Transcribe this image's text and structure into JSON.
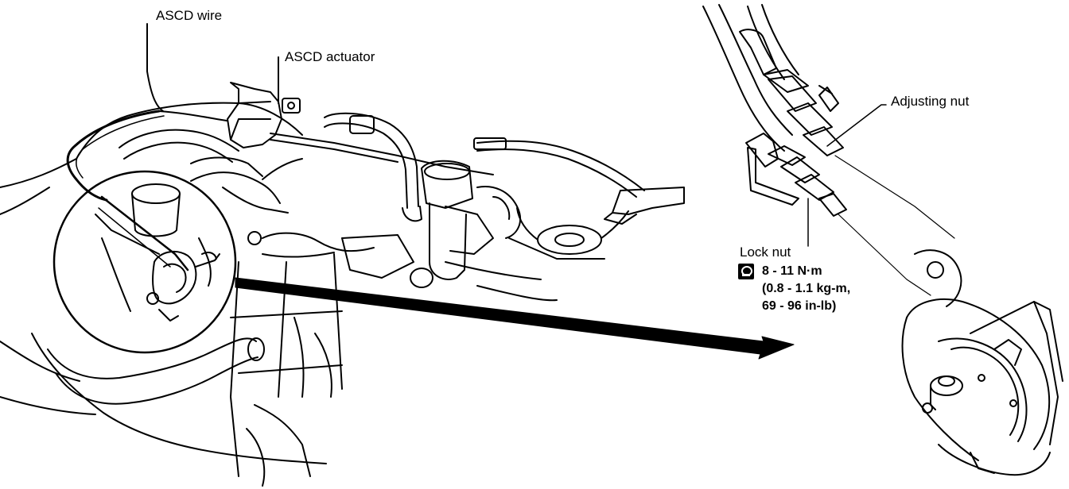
{
  "labels": {
    "ascd_wire": "ASCD wire",
    "ascd_actuator": "ASCD actuator",
    "adjusting_nut": "Adjusting nut",
    "lock_nut": "Lock nut"
  },
  "torque_spec": {
    "line1": "8 - 11 N·m",
    "line2": "(0.8 - 1.1 kg-m,",
    "line3": "69 - 96 in-lb)"
  },
  "icons": {
    "torque": "torque-wrench-icon"
  },
  "colors": {
    "ink": "#000000",
    "paper": "#ffffff"
  }
}
